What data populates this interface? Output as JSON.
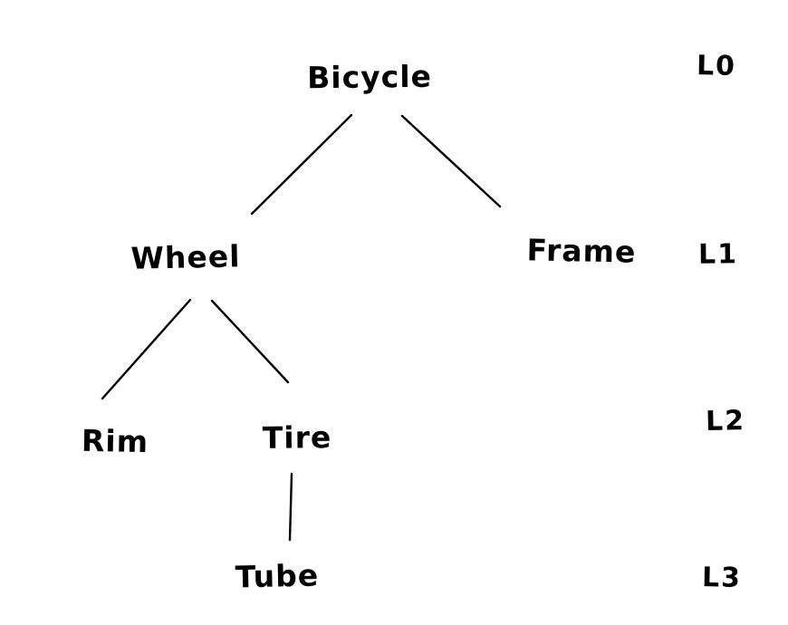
{
  "diagram": {
    "type": "tree",
    "style": "hand-drawn sketch",
    "ink_color": "#000000",
    "background_color": "#ffffff",
    "nodes": [
      {
        "id": "bicycle",
        "label": "Bicycle",
        "level": 0
      },
      {
        "id": "wheel",
        "label": "Wheel",
        "level": 1
      },
      {
        "id": "frame",
        "label": "Frame",
        "level": 1
      },
      {
        "id": "rim",
        "label": "Rim",
        "level": 2
      },
      {
        "id": "tire",
        "label": "Tire",
        "level": 2
      },
      {
        "id": "tube",
        "label": "Tube",
        "level": 3
      }
    ],
    "edges": [
      {
        "from": "Bicycle",
        "to": "Wheel"
      },
      {
        "from": "Bicycle",
        "to": "Frame"
      },
      {
        "from": "Wheel",
        "to": "Rim"
      },
      {
        "from": "Wheel",
        "to": "Tire"
      },
      {
        "from": "Tire",
        "to": "Tube"
      }
    ],
    "level_labels": [
      {
        "id": "l0",
        "label": "L0"
      },
      {
        "id": "l1",
        "label": "L1"
      },
      {
        "id": "l2",
        "label": "L2"
      },
      {
        "id": "l3",
        "label": "L3"
      }
    ]
  }
}
